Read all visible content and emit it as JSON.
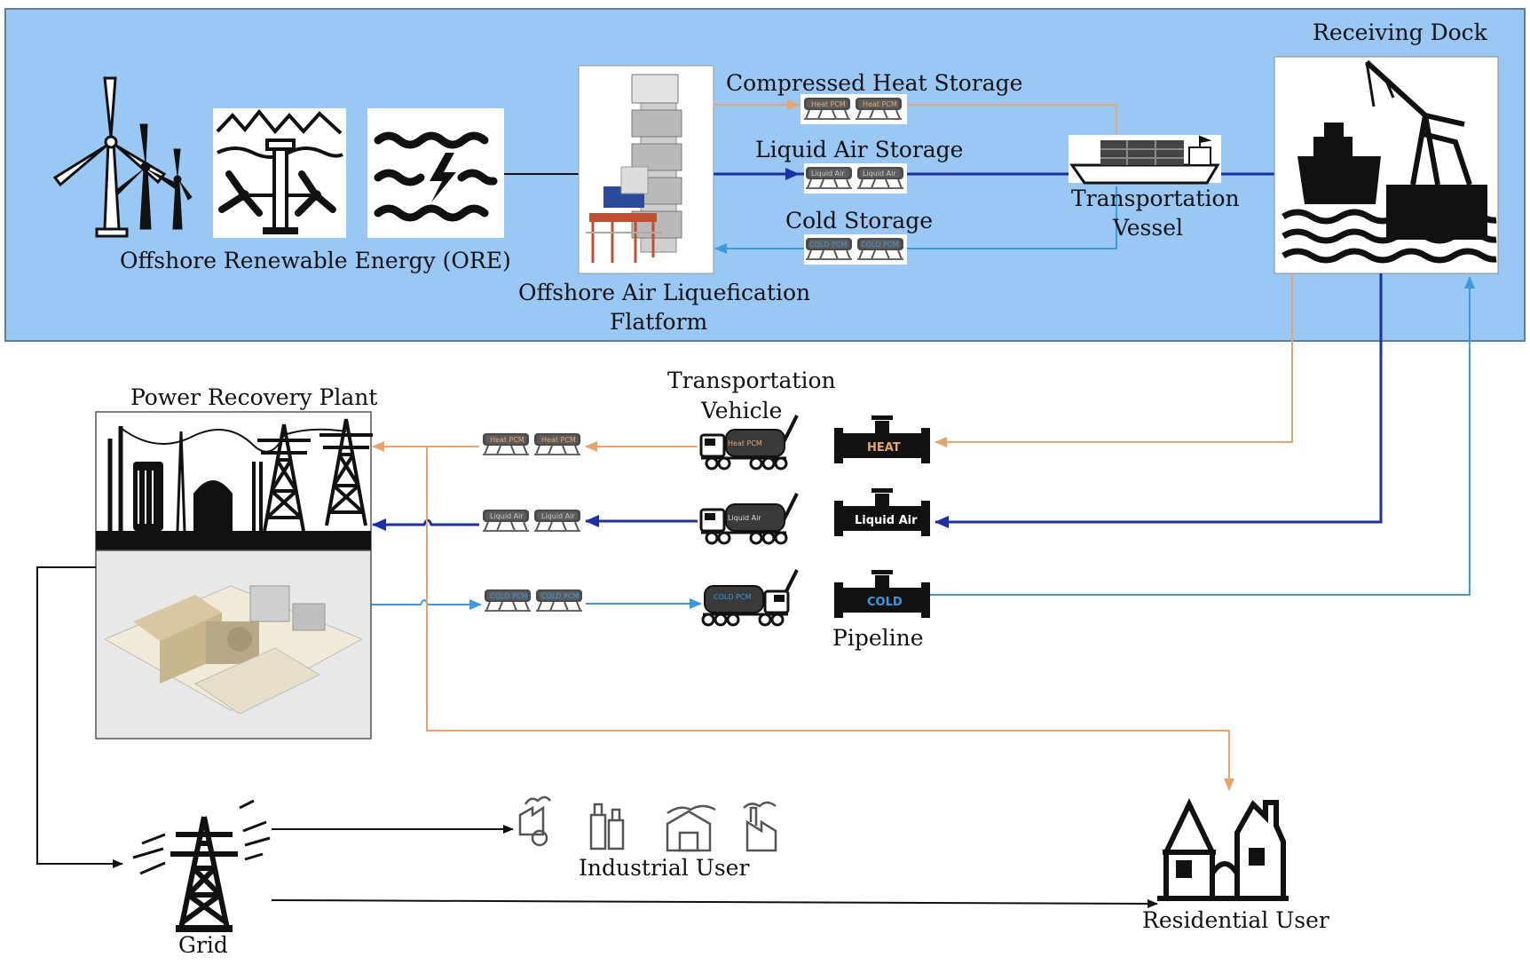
{
  "colors": {
    "offshore_bg": "#99c8f5",
    "offshore_border": "#5a7fa5",
    "heat": "#e8a56a",
    "liquid_air": "#1a2fa8",
    "cold": "#3b9ae0",
    "black": "#111111"
  },
  "offshore": {
    "ore_label": "Offshore Renewable Energy (ORE)",
    "platform_label_line1": "Offshore Air Liquefication",
    "platform_label_line2": "Flatform",
    "compressed_heat_label": "Compressed Heat Storage",
    "liquid_air_label": "Liquid Air Storage",
    "cold_storage_label": "Cold Storage",
    "vessel_label_line1": "Transportation",
    "vessel_label_line2": "Vessel",
    "dock_label": "Receiving Dock"
  },
  "onshore": {
    "plant_label": "Power Recovery Plant",
    "vehicle_label_line1": "Transportation",
    "vehicle_label_line2": "Vehicle",
    "pipeline_label": "Pipeline",
    "pipe_heat": "HEAT",
    "pipe_liquid": "Liquid Air",
    "pipe_cold": "COLD",
    "grid_label": "Grid",
    "industrial_label": "Industrial User",
    "residential_label": "Residential User"
  },
  "containers": {
    "heat": "Heat PCM",
    "liquid": "Liquid Air",
    "cold": "COLD PCM"
  },
  "icons": [
    "wind-turbine-icon",
    "tidal-turbine-icon",
    "wave-energy-icon",
    "platform-render-icon",
    "container-icon",
    "ship-icon",
    "dock-crane-icon",
    "truck-icon",
    "pipe-valve-icon",
    "substation-icon",
    "plant-render-icon",
    "pylon-icon",
    "factory-icon",
    "house-icon"
  ]
}
